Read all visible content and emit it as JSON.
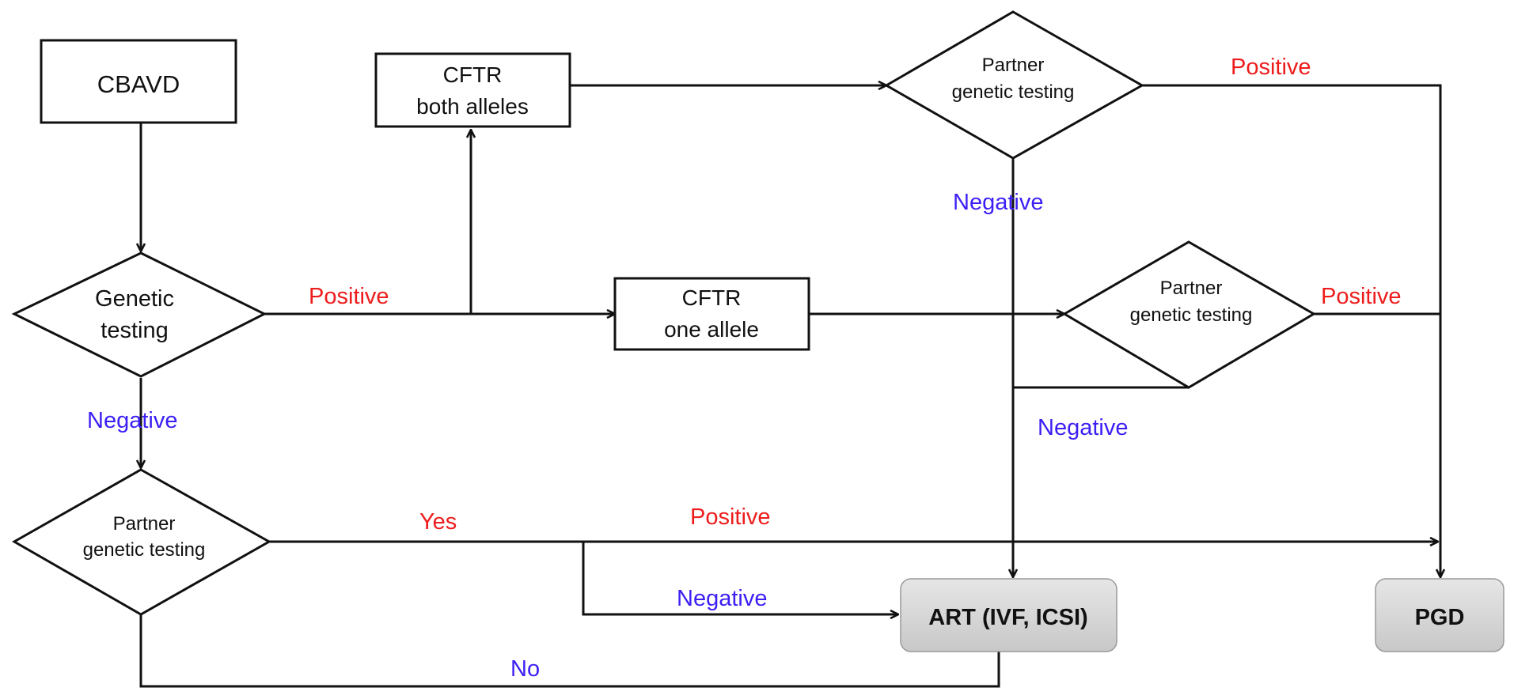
{
  "nodes": {
    "cbavd": "CBAVD",
    "cftr_both": [
      "CFTR",
      "both alleles"
    ],
    "cftr_one": [
      "CFTR",
      "one allele"
    ],
    "genetic_testing": [
      "Genetic",
      "testing"
    ],
    "partner_top": [
      "Partner",
      "genetic testing"
    ],
    "partner_mid": [
      "Partner",
      "genetic testing"
    ],
    "partner_bottom": [
      "Partner",
      "genetic testing"
    ],
    "art": "ART (IVF, ICSI)",
    "pgd": "PGD"
  },
  "edge_labels": {
    "positive_genetic": "Positive",
    "negative_genetic": "Negative",
    "positive_partner_top": "Positive",
    "negative_partner_top": "Negative",
    "positive_partner_mid": "Positive",
    "negative_partner_mid": "Negative",
    "yes_partner_bottom": "Yes",
    "positive_partner_bottom": "Positive",
    "negative_partner_bottom": "Negative",
    "no_partner_bottom": "No"
  },
  "colors": {
    "positive": "#ee1c1c",
    "negative": "#3b1ff5",
    "final_box": "#d8d8d8"
  }
}
